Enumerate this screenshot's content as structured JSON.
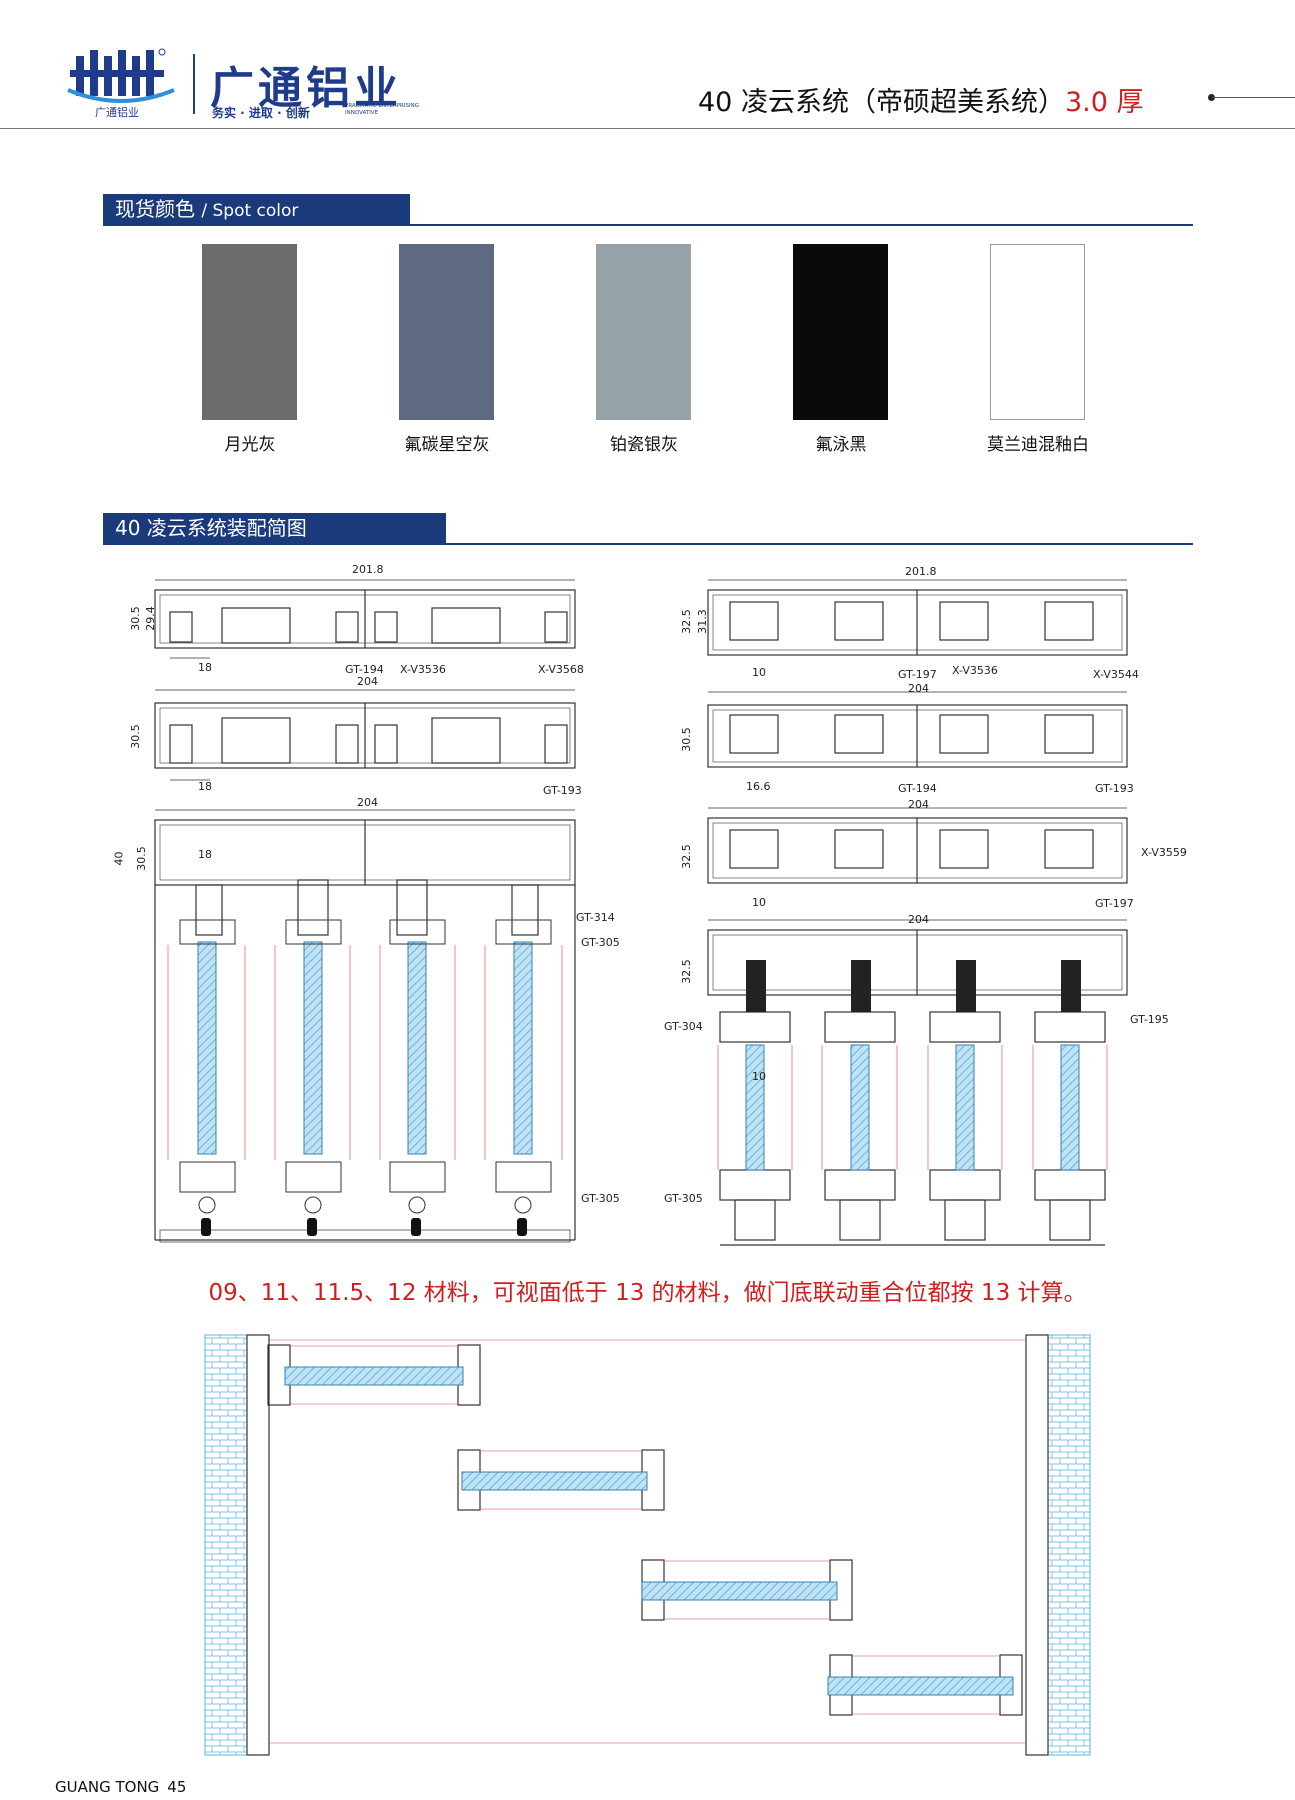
{
  "header": {
    "brand_name": "广通铝业",
    "slogan": "务实 · 进取 · 创新",
    "slogan_en": "PRAGMATIC ENTERPRISING INNOVATIVE",
    "logo_caption": "广通铝业",
    "title_main": "40 凌云系统（帝硕超美系统）",
    "title_thickness": "3.0 厚"
  },
  "colors_section": {
    "heading": "现货颜色",
    "heading_en": "/ Spot color",
    "swatches": [
      {
        "name": "月光灰",
        "color": "#6b6c6e"
      },
      {
        "name": "氟碳星空灰",
        "color": "#5e6a82"
      },
      {
        "name": "铂瓷银灰",
        "color": "#97a2a8"
      },
      {
        "name": "氟泳黑",
        "color": "#0a0a0c"
      },
      {
        "name": "莫兰迪混釉白",
        "color": "#ffffff"
      }
    ]
  },
  "assembly_section": {
    "heading": "40 凌云系统装配简图"
  },
  "drawings": {
    "left1": {
      "width": "201.8",
      "h1": "30.5",
      "h2": "29.4",
      "offset": "18",
      "labels": [
        "GT-194",
        "X-V3536",
        "X-V3568"
      ]
    },
    "left2": {
      "width": "204",
      "h1": "30.5",
      "offset": "18",
      "labels": [
        "GT-193"
      ]
    },
    "left3": {
      "width": "204",
      "h_outer": "40",
      "h1": "30.5",
      "offset": "18",
      "labels": [
        "GT-314",
        "GT-305",
        "GT-305"
      ]
    },
    "right1": {
      "width": "201.8",
      "h1": "32.5",
      "h2": "31.3",
      "offset": "10",
      "labels": [
        "GT-197",
        "X-V3536",
        "X-V3544"
      ]
    },
    "right2": {
      "width": "204",
      "h1": "30.5",
      "offset": "16.6",
      "labels": [
        "GT-194",
        "GT-193"
      ]
    },
    "right3": {
      "width": "204",
      "h1": "32.5",
      "offset": "10",
      "labels": [
        "X-V3559",
        "GT-197"
      ]
    },
    "right4": {
      "width": "204",
      "h1": "32.5",
      "offset": "10",
      "labels": [
        "GT-195",
        "GT-304",
        "GT-305"
      ]
    }
  },
  "notice": "09、11、11.5、12 材料，可视面低于 13 的材料，做门底联动重合位都按 13 计算。",
  "footer": {
    "brand": "GUANG TONG",
    "page": "45"
  }
}
